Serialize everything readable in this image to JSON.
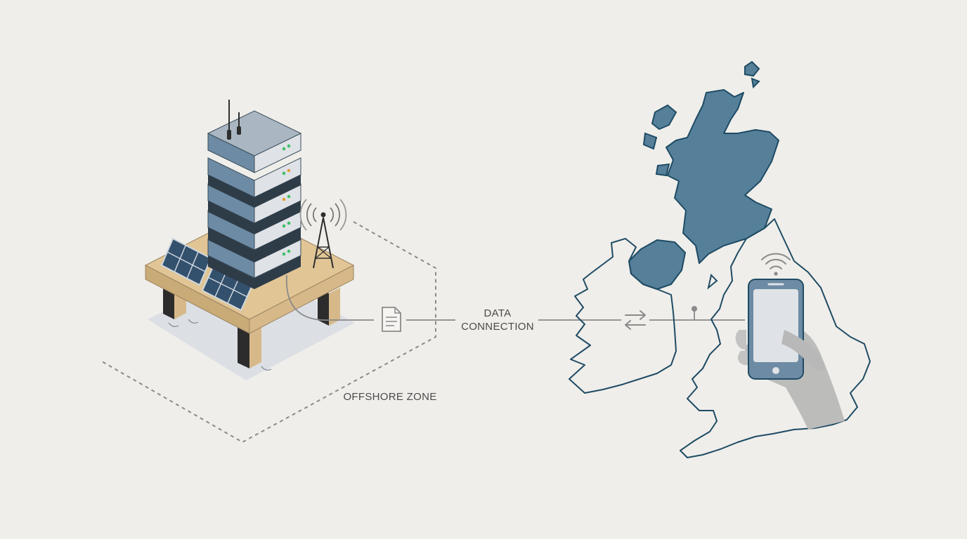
{
  "labels": {
    "data_connection_line1": "DATA",
    "data_connection_line2": "CONNECTION",
    "offshore_zone": "OFFSHORE ZONE"
  },
  "colors": {
    "background": "#efeeea",
    "server_blue": "#6d8ba4",
    "server_top": "#aab7c2",
    "map_fill": "#56809a",
    "map_outline": "#1f4b64",
    "platform_wood": "#e1c595",
    "platform_leg_dark": "#2c2c2c",
    "solar_panel": "#33506d",
    "hand_gray": "#b8b8b8",
    "line_gray": "#8a8a8a",
    "led_green": "#3fbf6a",
    "led_orange": "#e0a23a"
  },
  "icons": [
    "antenna-icon",
    "signal-tower-icon",
    "wifi-icon",
    "document-icon",
    "transfer-arrows-icon",
    "smartphone-icon"
  ]
}
